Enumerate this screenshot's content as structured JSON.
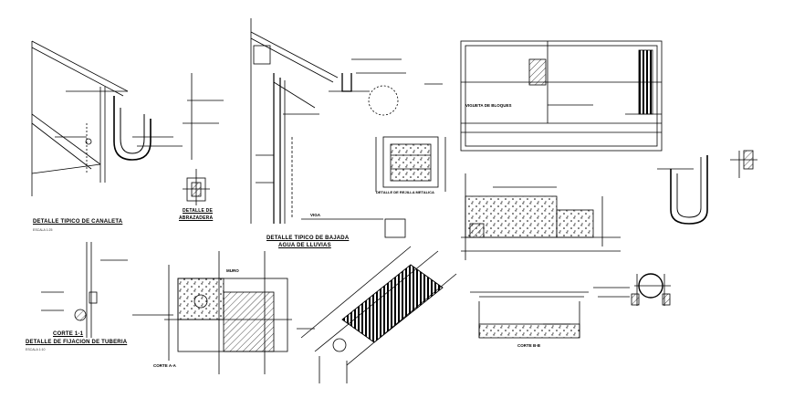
{
  "labels": {
    "detalle_canaleta": "DETALLE TIPICO DE CANALETA",
    "detalle_canaleta_sub": "ESCALA 1:25",
    "detalle_abrazadera_l1": "DETALLE DE",
    "detalle_abrazadera_l2": "ABRAZADERA",
    "detalle_bajada_l1": "DETALLE TIPICO DE BAJADA",
    "detalle_bajada_l2": "AGUA DE LLUVIAS",
    "detalle_rejilla": "DETALLE DE REJILLA METALICA",
    "viga": "VIGA",
    "viga_de_bloque": "VIGUETA DE BLOQUES",
    "corte_11": "CORTE 1-1",
    "detalle_fijacion": "DETALLE DE FIJACION DE TUBERIA",
    "detalle_fijacion_sub": "ESCALA 1:10",
    "corte_aa": "CORTE A-A",
    "muro": "MURO",
    "corte_bb": "CORTE B-B"
  }
}
